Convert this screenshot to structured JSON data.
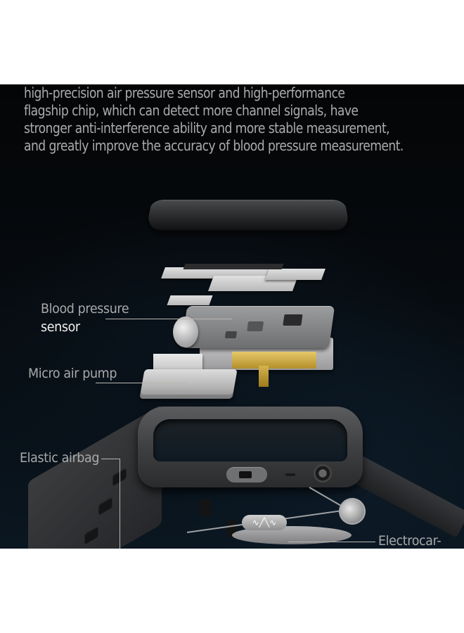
{
  "intro": {
    "lines": [
      "high-precision air pressure sensor and high-performance",
      "flagship chip, which can detect more channel signals, have",
      "stronger anti-interference ability and more stable measurement,",
      "and greatly improve the accuracy of blood pressure measurement."
    ]
  },
  "labels": {
    "blood_pressure_line1": "Blood pressure",
    "blood_pressure_line2": "sensor",
    "micro_air_pump": "Micro air pump",
    "elastic_airbag": "Elastic airbag",
    "electrocardio": "Electrocar-"
  },
  "icons": {
    "ecg_wave": "∿╱╲∿"
  },
  "colors": {
    "background": "#05080b",
    "text_gray": "#a9abad",
    "text_white": "#f2f2f2",
    "gold": "#d4b04a",
    "leader_line": "#b9b7b0"
  }
}
